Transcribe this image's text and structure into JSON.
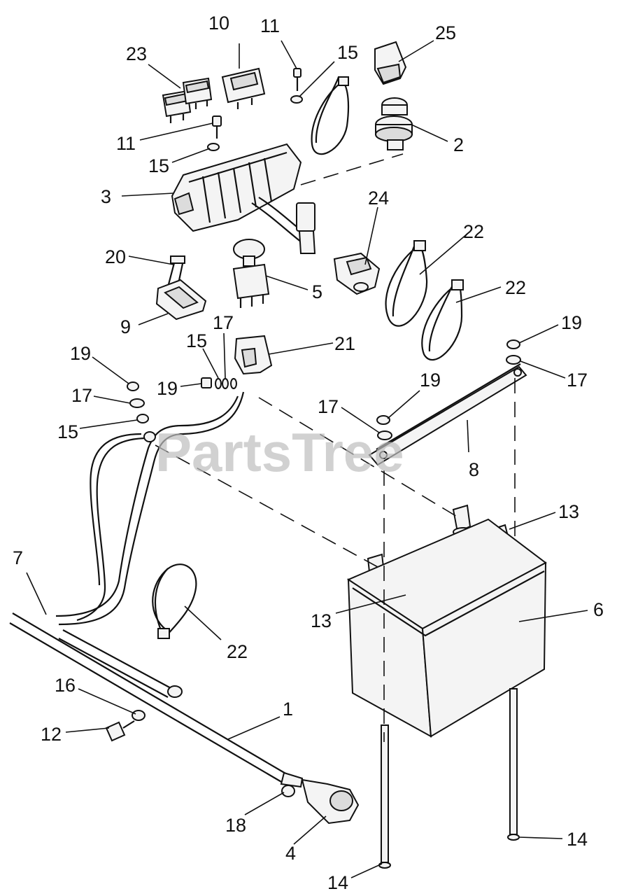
{
  "watermark": "PartsTree",
  "callouts": {
    "p10": "10",
    "p11a": "11",
    "p15a": "15",
    "p25": "25",
    "p23": "23",
    "p11b": "11",
    "p2": "2",
    "p15b": "15",
    "p3": "3",
    "p24": "24",
    "p22a": "22",
    "p20": "20",
    "p5": "5",
    "p22b": "22",
    "p9": "9",
    "p17a": "17",
    "p15c": "15",
    "p21": "21",
    "p19a": "19",
    "p19b": "19",
    "p17b": "17",
    "p19c": "19",
    "p17c": "17",
    "p19d": "19",
    "p17d": "17",
    "p15d": "15",
    "p8": "8",
    "p13a": "13",
    "p7": "7",
    "p13b": "13",
    "p6": "6",
    "p22c": "22",
    "p16": "16",
    "p1": "1",
    "p12": "12",
    "p18": "18",
    "p4": "4",
    "p14a": "14",
    "p14b": "14"
  }
}
